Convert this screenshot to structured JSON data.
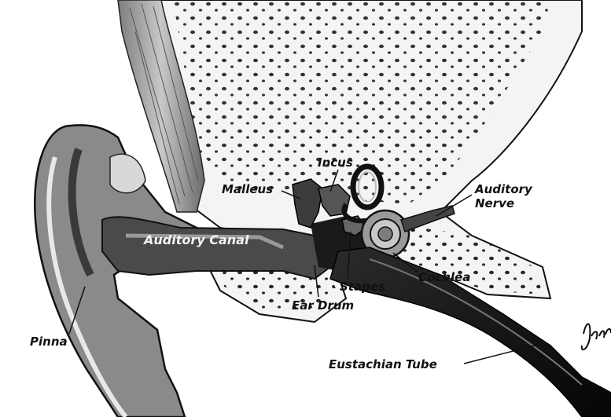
{
  "diagram": {
    "colors": {
      "background": "#ffffff",
      "ink": "#111111",
      "bone_fill": "#f4f4f4",
      "tissue": "#9a9a9a",
      "canal": "#4a4a4a",
      "eustachian": "#1a1a1a"
    },
    "labels": {
      "pinna": "Pinna",
      "auditory_canal": "Auditory Canal",
      "malleus": "Malleus",
      "incus": "Incus",
      "stapes": "Stapes",
      "ear_drum": "Ear Drum",
      "cochlea": "Cochlea",
      "auditory_nerve_line1": "Auditory",
      "auditory_nerve_line2": "Nerve",
      "eustachian_tube": "Eustachian Tube"
    },
    "signature": "Jones"
  }
}
